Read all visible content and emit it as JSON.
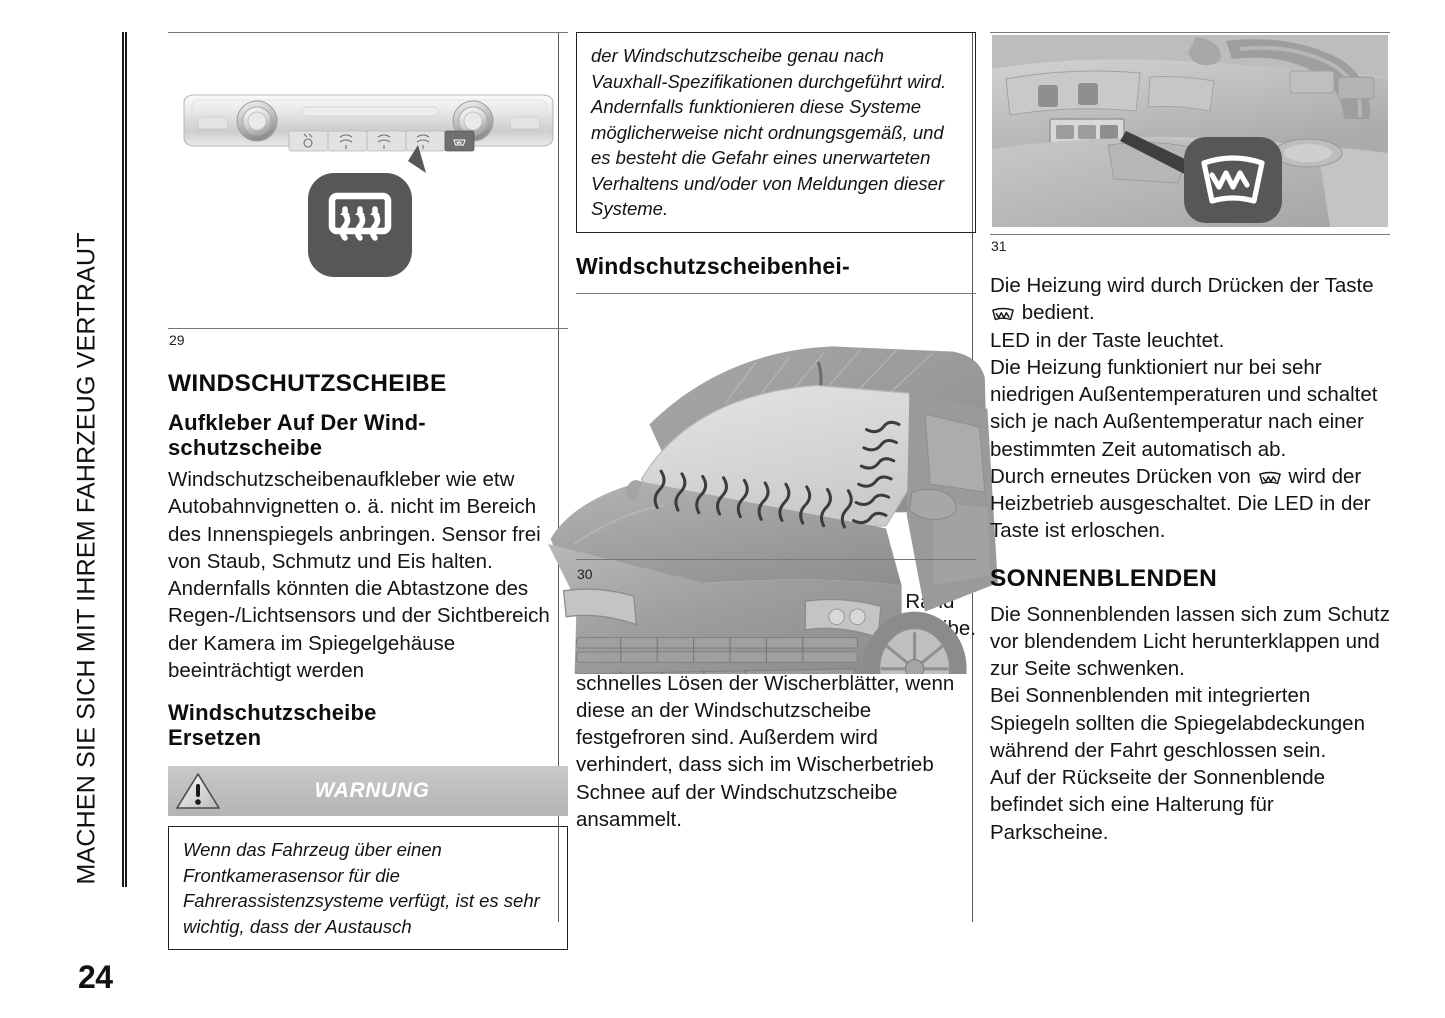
{
  "page": {
    "number": "24",
    "running_head": "MACHEN SIE SICH MIT IHREM FAHRZEUG VERTRAUT"
  },
  "column_1": {
    "figure": {
      "number": "29",
      "icon_name": "rear-window-defrost-icon"
    },
    "section_title": "WINDSCHUTZSCHEIBE",
    "subsection_title": "Aufkleber Auf Der Wind-\nschutzscheibe",
    "body": "Windschutzscheibenaufkleber wie etw Autobahnvignetten o. ä. nicht im Bereich des Innenspiegels anbringen. Sensor frei von Staub, Schmutz und Eis halten. Andernfalls könnten die Abtastzone des Regen-/Lichtsensors und der Sichtbereich der Kamera im Spiegelgehäuse beeinträchtigt werden",
    "subsection_title_2": "Windschutzscheibe\nErsetzen",
    "warning": {
      "label": "WARNUNG",
      "icon_name": "warning-triangle-icon",
      "text": "Wenn das Fahrzeug über einen Frontkamerasensor für die Fahrerassistenzsysteme verfügt, ist es sehr wichtig, dass der Austausch"
    }
  },
  "column_2": {
    "warning_continued": "der Windschutzscheibe genau nach Vauxhall-Spezifikationen durchgeführt wird. Andernfalls funktionieren diese Systeme möglicherweise nicht ordnungsgemäß, und es besteht die Gefahr eines unerwarteten Verhaltens und/oder von Meldungen dieser Systeme.",
    "section_title": "Windschutzscheibenhei-",
    "figure": {
      "number": "30",
      "icon_name": "vehicle-front-windshield-illustration"
    },
    "body": "Diese Funktion beheizt den unteren Rand und die Fahrerseite der Windschutzscheibe.\nDadurch ermöglicht die Funktion ein schnelles Lösen der Wischerblätter, wenn diese an der Windschutzscheibe festgefroren sind. Außerdem wird verhindert, dass sich im Wischerbetrieb Schnee auf der Windschutzscheibe ansammelt."
  },
  "column_3": {
    "figure": {
      "number": "31",
      "icon_name": "windshield-heating-button-icon"
    },
    "body_1_part_a": "Die Heizung wird durch Drücken der Taste",
    "body_1_part_b": "bedient.",
    "body_2": "LED in der Taste leuchtet.\nDie Heizung funktioniert nur bei sehr niedrigen Außentemperaturen und schaltet sich je nach Außentemperatur nach einer bestimmten Zeit automatisch ab.",
    "body_3_part_a": "Durch erneutes Drücken von",
    "body_3_part_b": "wird der Heizbetrieb ausgeschaltet. Die LED in der Taste ist erloschen.",
    "section_title": "SONNENBLENDEN",
    "body_4": "Die Sonnenblenden lassen sich zum Schutz vor blendendem Licht herunterklappen und zur Seite schwenken.\nBei Sonnenblenden mit integrierten Spiegeln sollten die Spiegelabdeckungen während der Fahrt geschlossen sein.\nAuf der Rückseite der Sonnenblende befindet sich eine Halterung für Parkscheine."
  },
  "colors": {
    "text": "#141414",
    "rule": "#5a5a5a",
    "warning_bar": "#bcbcbc",
    "callout_bubble": "#575757"
  }
}
